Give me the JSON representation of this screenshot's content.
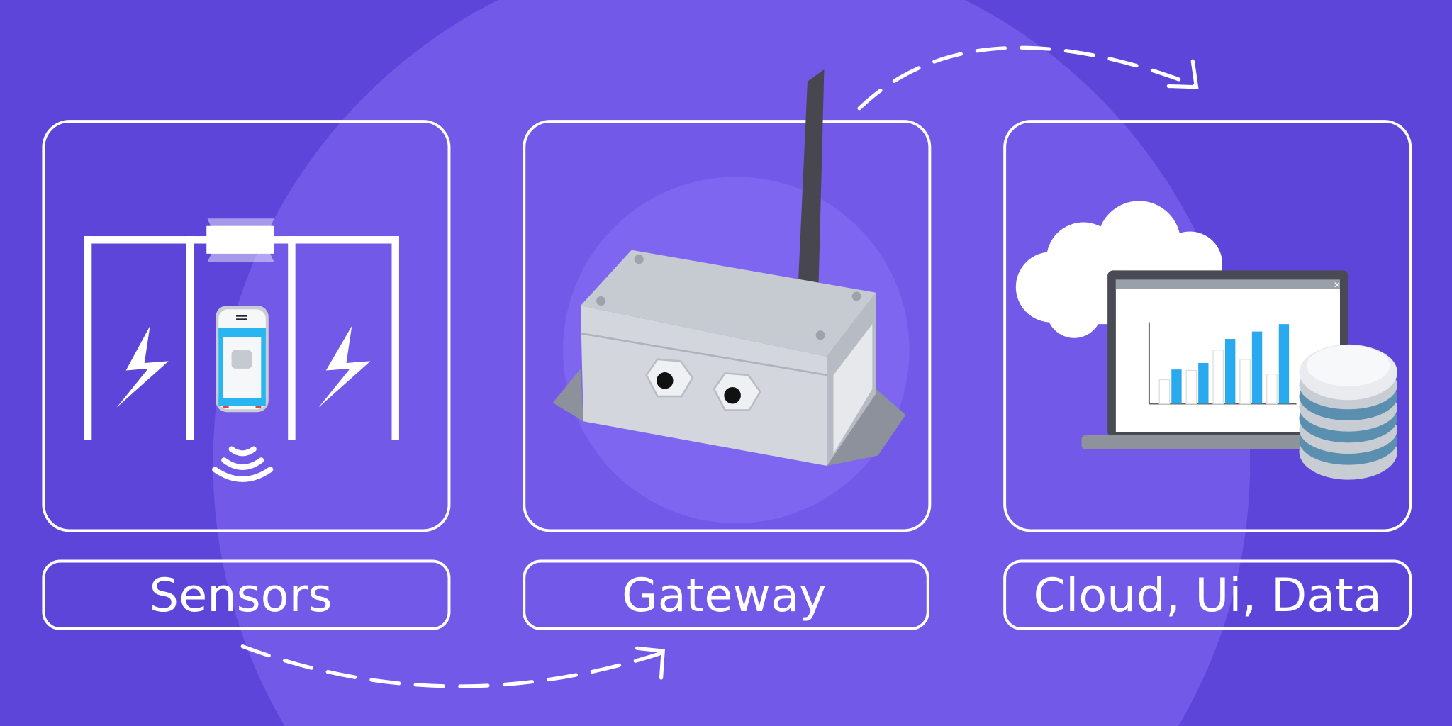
{
  "colors": {
    "background": "#5d45d9",
    "circle": "#7359e8",
    "stroke": "#ffffff",
    "enclosure": "#cfd3da",
    "accent_blue": "#29a9ee",
    "db_blue": "#5b8fb0"
  },
  "stages": [
    {
      "label": "Sensors",
      "icon": "parking-sensor-icon"
    },
    {
      "label": "Gateway",
      "icon": "gateway-box-icon"
    },
    {
      "label": "Cloud, Ui, Data",
      "icon": "cloud-laptop-database-icon"
    }
  ],
  "flow_arrows": [
    "sensors-to-gateway",
    "gateway-to-cloud"
  ]
}
